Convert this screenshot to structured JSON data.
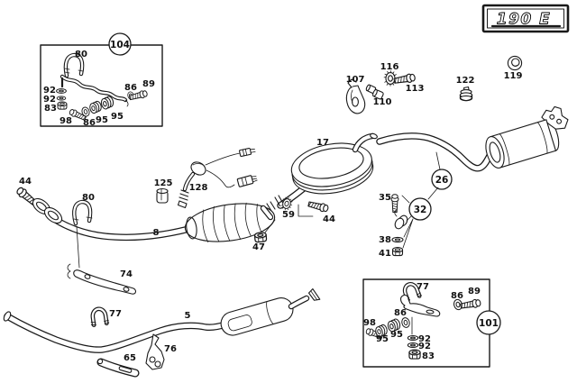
{
  "badge": {
    "model": "190 E"
  },
  "box104": {
    "callout": "104",
    "items": {
      "hose": "80",
      "seal1": "92",
      "seal2": "92",
      "nut": "83",
      "screw": "98",
      "washer1": "86",
      "buffer1": "95",
      "buffer2": "95",
      "washer2": "86",
      "bolt": "89"
    }
  },
  "engine_bay": {
    "bracket": "107",
    "grommet": "116",
    "bolt": "113",
    "spacer": "110",
    "buffer": "122",
    "ring": "119"
  },
  "front_exhaust": {
    "bolt_front": "44",
    "hose": "80",
    "pipe": "8",
    "clamp": "125",
    "o2_sensor": "128",
    "muffler": "17",
    "seal": "59",
    "bolt_rear": "44",
    "nut": "47"
  },
  "rear_mounting": {
    "muffler_callout": "26",
    "kit_callout": "32",
    "bolt": "35",
    "washer": "38",
    "nut": "41"
  },
  "tail_section": {
    "bracket_front": "74",
    "clamp": "77",
    "pipe": "5",
    "bracket_arm": "65",
    "bracket_plate": "76"
  },
  "box101": {
    "callout": "101",
    "items": {
      "clamp": "77",
      "washer1": "86",
      "bolt_long": "89",
      "screw": "98",
      "buffer1": "95",
      "buffer2": "95",
      "washer2": "86",
      "seal1": "92",
      "seal2": "92",
      "nut": "83"
    }
  }
}
